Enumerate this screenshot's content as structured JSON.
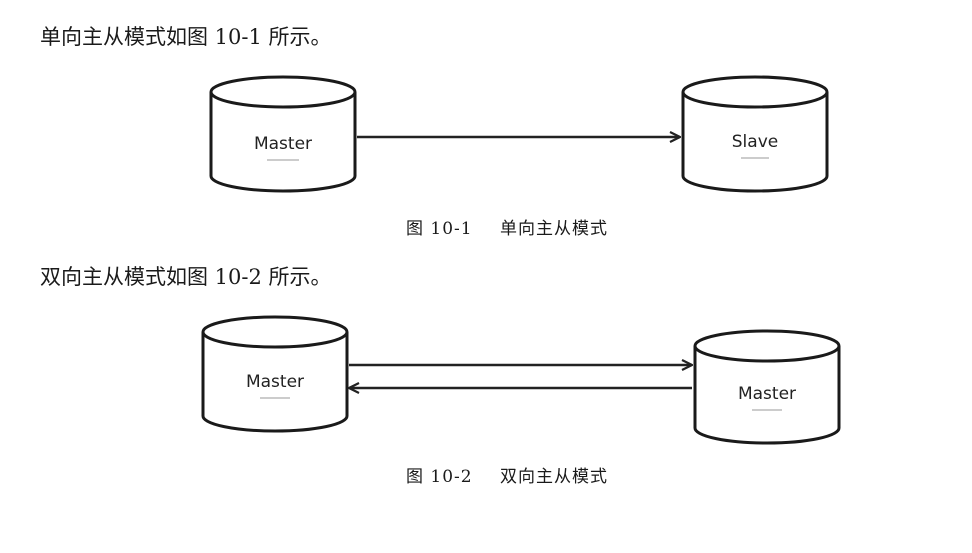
{
  "text": {
    "para1": "单向主从模式如图 10-1 所示。",
    "para2": "双向主从模式如图 10-2 所示。"
  },
  "figure1": {
    "nodes": {
      "left": "Master",
      "right": "Slave"
    },
    "caption": {
      "number": "图 10-1",
      "title": "单向主从模式"
    }
  },
  "figure2": {
    "nodes": {
      "left": "Master",
      "right": "Master"
    },
    "caption": {
      "number": "图 10-2",
      "title": "双向主从模式"
    }
  }
}
